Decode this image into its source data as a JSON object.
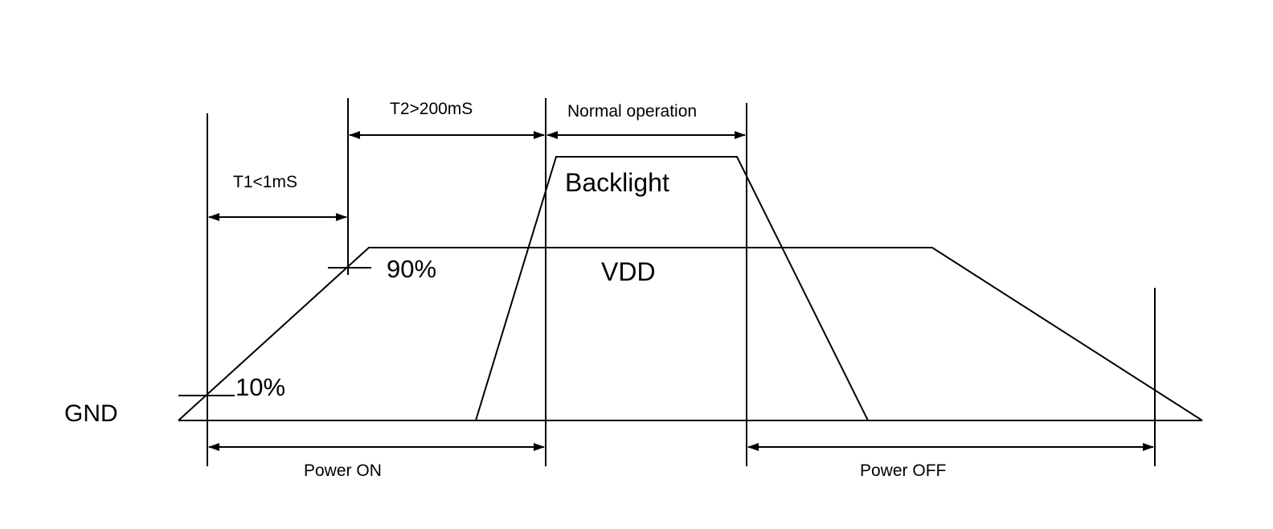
{
  "signals": {
    "gnd": "GND",
    "vdd": "VDD",
    "backlight": "Backlight"
  },
  "levels": {
    "low": "10%",
    "high": "90%"
  },
  "intervals": {
    "t1": "T1<1mS",
    "t2": "T2>200mS",
    "normal": "Normal operation",
    "power_on": "Power ON",
    "power_off": "Power OFF"
  }
}
